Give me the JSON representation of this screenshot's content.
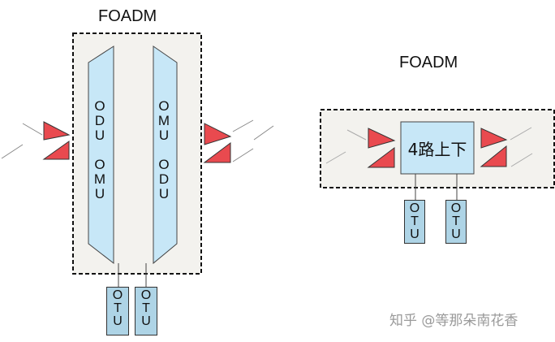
{
  "left_node": {
    "title": "FOADM",
    "panel_left": {
      "line1": "ODU",
      "line2": "OMU"
    },
    "panel_right": {
      "line1": "OMU",
      "line2": "ODU"
    },
    "otus": [
      "OTU",
      "OTU"
    ]
  },
  "right_node": {
    "title": "FOADM",
    "center_label": "4路上下",
    "otus": [
      "OTU",
      "OTU"
    ]
  },
  "watermark": "知乎 @等那朵南花香",
  "colors": {
    "panel": "#c7e7f7",
    "amplifier": "#e94a4f",
    "box_bg": "#f3f2ee",
    "otu": "#aed4e6"
  }
}
